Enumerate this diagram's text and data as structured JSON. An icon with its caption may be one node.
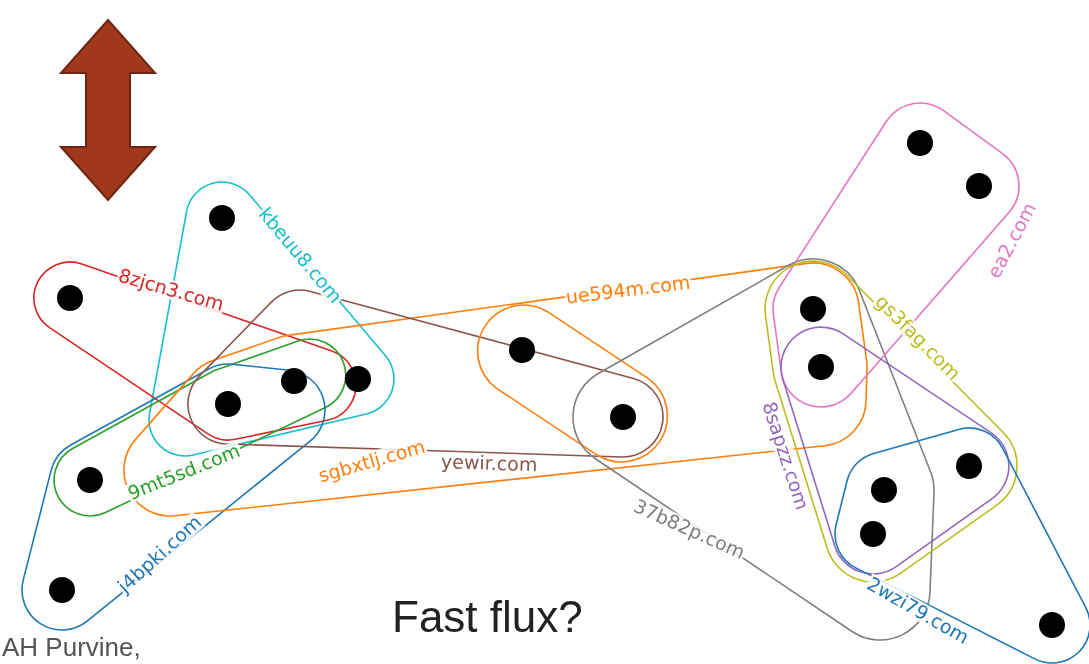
{
  "diagram": {
    "nodes": [
      {
        "text": [
          "kbeuu8.com"
        ]
      },
      {
        "text": [
          "8zjcn3.com"
        ]
      },
      {
        "text": [
          "9mt5sd.com"
        ]
      },
      {
        "text": [
          "j4bpki.com"
        ]
      },
      {
        "text": [
          "sgbxtlj.com"
        ]
      },
      {
        "text": [
          "yewir.com"
        ]
      },
      {
        "text": [
          "ue594m.com"
        ]
      },
      {
        "text": [
          "37b82p.com"
        ]
      },
      {
        "text": [
          "ea2.com"
        ]
      },
      {
        "text": [
          "gs3fag.com"
        ]
      },
      {
        "text": [
          "8sapzz.com"
        ]
      },
      {
        "text": [
          "2wzi79.com"
        ]
      },
      {
        "text": [],
        "shape": "circle"
      },
      {
        "text": [],
        "shape": "circle"
      },
      {
        "text": [],
        "shape": "circle"
      },
      {
        "text": [],
        "shape": "circle"
      },
      {
        "text": [],
        "shape": "circle"
      },
      {
        "text": [],
        "shape": "circle"
      },
      {
        "text": [],
        "shape": "circle"
      },
      {
        "text": [],
        "shape": "circle"
      },
      {
        "text": [],
        "shape": "circle"
      },
      {
        "text": [],
        "shape": "circle"
      },
      {
        "text": [],
        "shape": "circle"
      },
      {
        "text": [],
        "shape": "circle"
      },
      {
        "text": [],
        "shape": "circle"
      },
      {
        "text": [],
        "shape": "circle"
      },
      {
        "text": [],
        "shape": "circle"
      },
      {
        "text": [],
        "shape": "circle"
      },
      {
        "text": [],
        "shape": "circle"
      }
    ],
    "labels": [
      "Fast flux?",
      "AH Purvine,"
    ]
  }
}
